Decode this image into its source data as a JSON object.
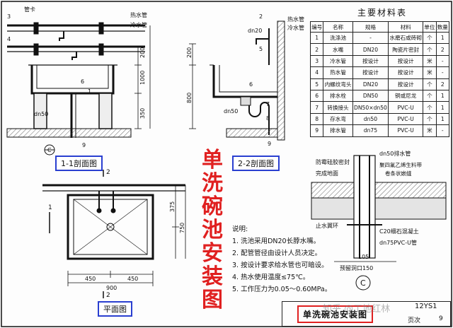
{
  "drawing": {
    "section_11_label": "1-1剖面图",
    "section_22_label": "2-2剖面图",
    "plan_label": "平面图",
    "big_title_chars": [
      "单",
      "洗",
      "碗",
      "池",
      "安",
      "装",
      "图"
    ],
    "labels": {
      "pipe_clamp": "管卡",
      "hot_water": "热水管",
      "cold_water": "冷水管",
      "dn20": "dn20",
      "dn50": "dn50",
      "dn50_drain": "dn50排水管",
      "mildew_seal": "防霉硅胶密封",
      "finished_floor": "完成地面",
      "pvc_copolymer": "聚四氟乙烯生料带",
      "tape_wrap": "卷条状嵌缝",
      "water_stop_ring": "止水翼环",
      "c20_concrete": "C20细石混凝土",
      "dn75_pipe": "dn75PVC-U管",
      "grid_reserve": "预留洞口150",
      "detail_c": "C",
      "section_num_1": "1",
      "section_num_2": "2"
    },
    "dims": {
      "d200": "200",
      "d1000": "1000",
      "d350": "350",
      "d800": "800",
      "d375": "375",
      "d750": "750",
      "d450a": "450",
      "d450b": "450",
      "d900": "900",
      "d105": "105"
    },
    "callouts": [
      "1",
      "2",
      "3",
      "4",
      "5",
      "6",
      "7",
      "8",
      "9"
    ]
  },
  "notes": {
    "heading": "说明:",
    "items": [
      "1. 洗池采用DN20长脖水嘴。",
      "2. 配管管径由设计人员决定。",
      "3. 按设计要求给水管也可暗设。",
      "4. 热水使用温度≤75℃。",
      "5. 工作压力为0.05～0.60MPa。"
    ]
  },
  "material_table": {
    "title": "主要材料表",
    "headers": [
      "编号",
      "名称",
      "规格",
      "材料",
      "单位",
      "数量"
    ],
    "rows": [
      [
        "1",
        "洗涤池",
        "-",
        "水磨石或砖砌",
        "个",
        "1"
      ],
      [
        "2",
        "水嘴",
        "DN20",
        "陶瓷片密封",
        "个",
        "2"
      ],
      [
        "3",
        "冷水管",
        "按设计",
        "按设计",
        "米",
        "-"
      ],
      [
        "4",
        "热水管",
        "按设计",
        "按设计",
        "米",
        "-"
      ],
      [
        "5",
        "内螺纹弯头",
        "DN20",
        "按设计",
        "个",
        "2"
      ],
      [
        "6",
        "排水栓",
        "DN50",
        "铜或尼龙",
        "个",
        "1"
      ],
      [
        "7",
        "转换接头",
        "DN50×dn50",
        "PVC-U",
        "个",
        "1"
      ],
      [
        "8",
        "存水弯",
        "dn50",
        "PVC-U",
        "个",
        "1"
      ],
      [
        "9",
        "排水管",
        "dn75",
        "PVC-U",
        "米",
        "-"
      ]
    ]
  },
  "title_block": {
    "name": "单洗碗池安装图",
    "code": "12YS1",
    "page_label": "页次",
    "page_number": "9"
  },
  "watermark": "知乎 @工地红林",
  "colors": {
    "accent_red": "#e02020",
    "label_box_blue": "#2a3fd0",
    "line": "#111111"
  }
}
